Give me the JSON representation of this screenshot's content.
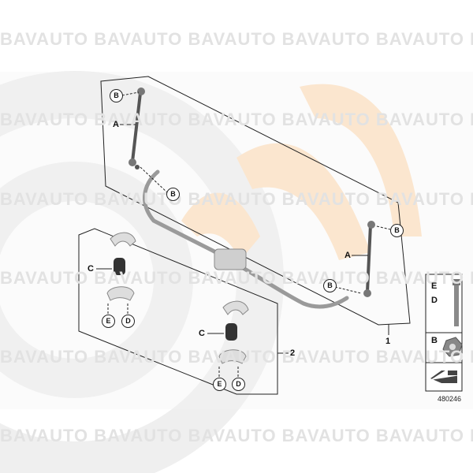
{
  "watermark": {
    "text": "BAVAUTO BAVAUTO BAVAUTO BAVAUTO BAVAUTO BAVAUTO"
  },
  "callouts": {
    "A": "A",
    "B": "B",
    "C": "C",
    "D": "D",
    "E": "E",
    "1": "1",
    "2": "2"
  },
  "side_panel": {
    "row1_e": "E",
    "row1_d": "D",
    "row2_b": "B"
  },
  "part_number": "480246",
  "colors": {
    "watermark_arc": "#fbe6cf",
    "watermark_ring": "#ececec",
    "line": "#222222",
    "part_gray": "#9a9a9a"
  }
}
